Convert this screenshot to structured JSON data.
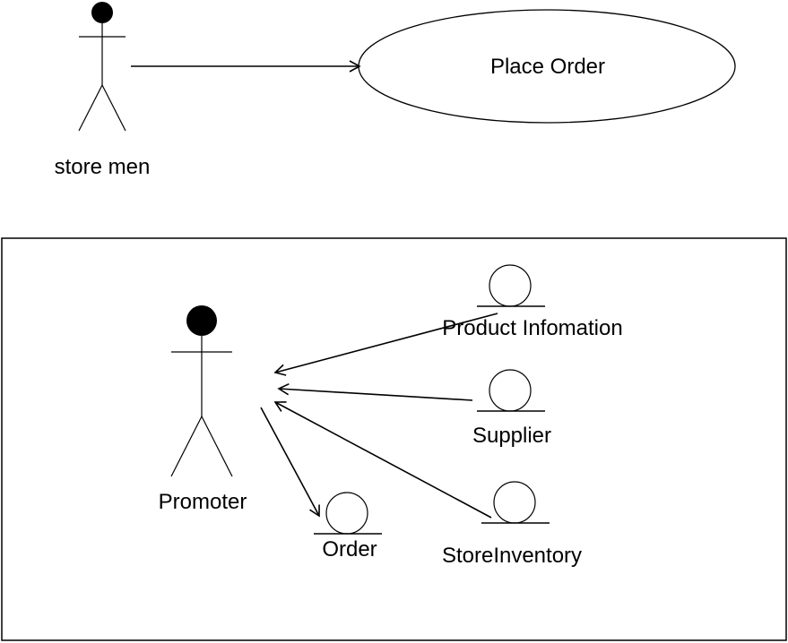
{
  "top_diagram": {
    "actor_label": "store men",
    "use_case_label": "Place Order"
  },
  "bottom_diagram": {
    "actor_label": "Promoter",
    "entities": {
      "product_information": "Product Infomation",
      "supplier": "Supplier",
      "store_inventory": "StoreInventory",
      "order": "Order"
    }
  },
  "colors": {
    "ink": "#000000",
    "background": "#ffffff"
  }
}
